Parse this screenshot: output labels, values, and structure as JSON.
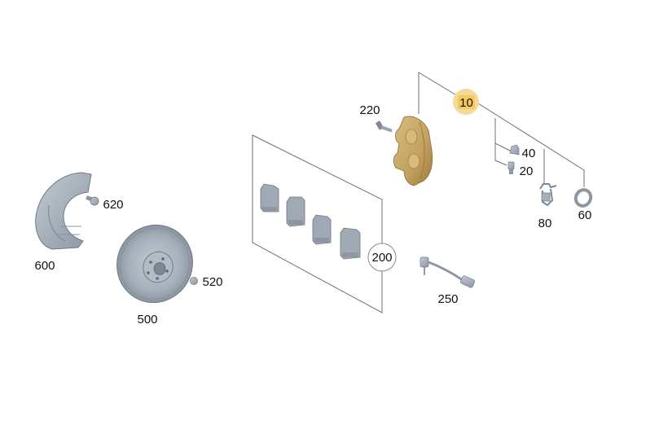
{
  "colors": {
    "highlight_fill": "#f7c85a",
    "highlight_ring": "#f3dc9a",
    "caliper": "#c6a565",
    "caliper_dark": "#9e7e40",
    "steel": "#a9b3bd",
    "steel_dark": "#7e8894",
    "pad": "#9aa4ae",
    "line": "#6f6f6f"
  },
  "callouts": {
    "c10": "10",
    "c20": "20",
    "c40": "40",
    "c60": "60",
    "c80": "80",
    "c200": "200",
    "c220": "220",
    "c250": "250",
    "c500": "500",
    "c520": "520",
    "c600": "600",
    "c620": "620"
  },
  "icons": {
    "caliper": "brake-caliper-icon",
    "disc": "brake-disc-icon",
    "shield": "splash-shield-icon",
    "pads": "brake-pad-icon",
    "sensor": "wear-sensor-icon"
  }
}
